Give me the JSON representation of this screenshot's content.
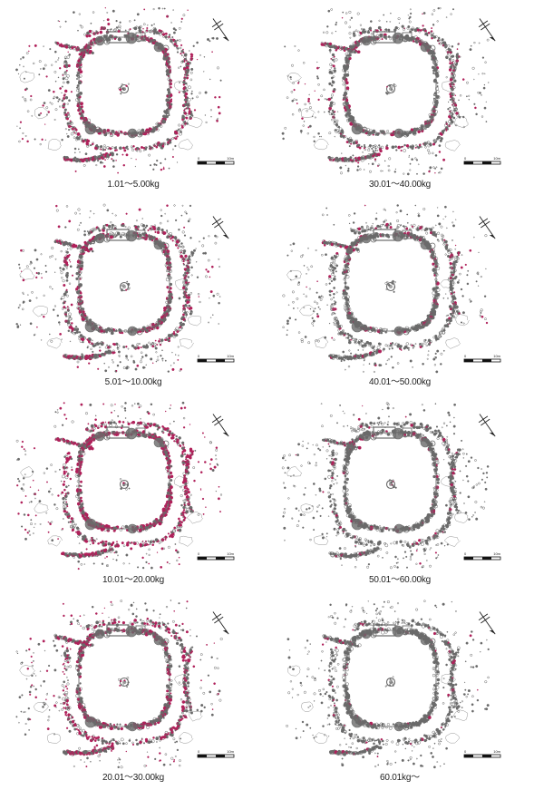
{
  "figure": {
    "scale_labels": {
      "start": "0",
      "end": "10m"
    },
    "highlight_color": "#b0205a",
    "base_color": "#6a6a6a",
    "north_arrow_icon": "north-arrow-icon"
  },
  "panels": [
    {
      "id": "p1",
      "caption": "1.01～5.00kg",
      "column": 0,
      "row": 0,
      "highlight_level": 0.35
    },
    {
      "id": "p2",
      "caption": "30.01～40.00kg",
      "column": 1,
      "row": 0,
      "highlight_level": 0.18
    },
    {
      "id": "p3",
      "caption": "5.01～10.00kg",
      "column": 0,
      "row": 1,
      "highlight_level": 0.3
    },
    {
      "id": "p4",
      "caption": "40.01～50.00kg",
      "column": 1,
      "row": 1,
      "highlight_level": 0.12
    },
    {
      "id": "p5",
      "caption": "10.01～20.00kg",
      "column": 0,
      "row": 2,
      "highlight_level": 0.55
    },
    {
      "id": "p6",
      "caption": "50.01～60.00kg",
      "column": 1,
      "row": 2,
      "highlight_level": 0.08
    },
    {
      "id": "p7",
      "caption": "20.01～30.00kg",
      "column": 0,
      "row": 3,
      "highlight_level": 0.4
    },
    {
      "id": "p8",
      "caption": "60.01kg～",
      "column": 1,
      "row": 3,
      "highlight_level": 0.05
    }
  ]
}
